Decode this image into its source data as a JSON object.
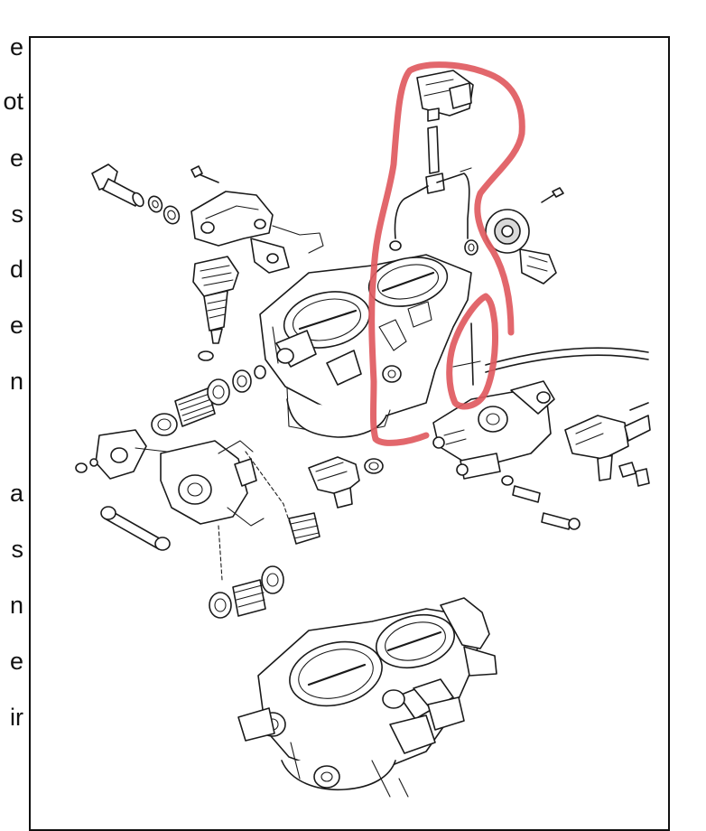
{
  "left_text_fragments": [
    "e",
    "ot",
    "e",
    "s",
    "d",
    "e",
    "n",
    "a",
    "s",
    "n",
    "e",
    "ir"
  ],
  "colors": {
    "marker": "#e05a5f",
    "line_art": "#1a1a1a",
    "frame_border": "#111111"
  },
  "figure": {
    "kind": "exploded parts diagram of a twin-bore throttle body assembly",
    "highlights": [
      {
        "shape": "freehand loop",
        "target": "sensor connector, vacuum hose and upper bore section"
      },
      {
        "shape": "oval",
        "target": "vertical linkage rod beside throttle body"
      }
    ]
  }
}
